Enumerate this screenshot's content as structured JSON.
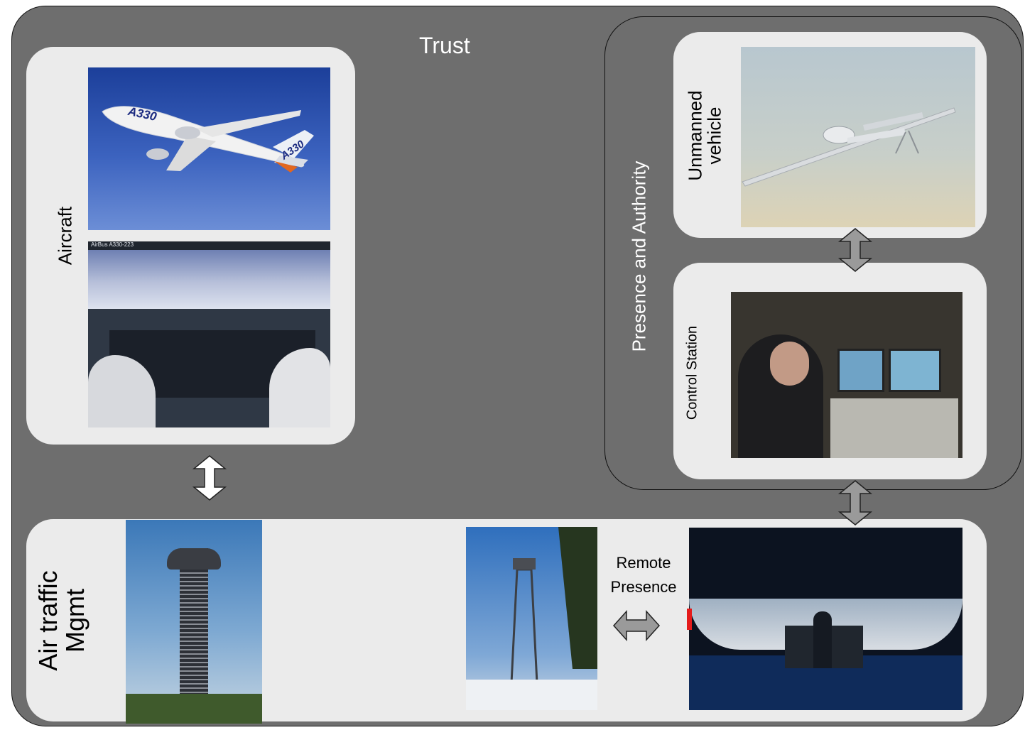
{
  "title": "Trust",
  "aircraft": {
    "label": "Aircraft",
    "photos": [
      "A330 airliner in flight",
      "AirBus A330-223 cockpit"
    ],
    "photo_caption": "AirBus A330-223",
    "livery_text": "A330"
  },
  "presence": {
    "label": "Presence and Authority",
    "unmanned_label_line1": "Unmanned",
    "unmanned_label_line2": "vehicle",
    "control_station_label": "Control Station"
  },
  "atm": {
    "label_line1": "Air traffic",
    "label_line2": "Mgmt",
    "remote_label_line1": "Remote",
    "remote_label_line2": "Presence"
  },
  "colors": {
    "background": "#6e6e6e",
    "panel": "#ebebeb",
    "arrow_fill": "#9a9a9a",
    "accent_red": "#e41b1b"
  }
}
